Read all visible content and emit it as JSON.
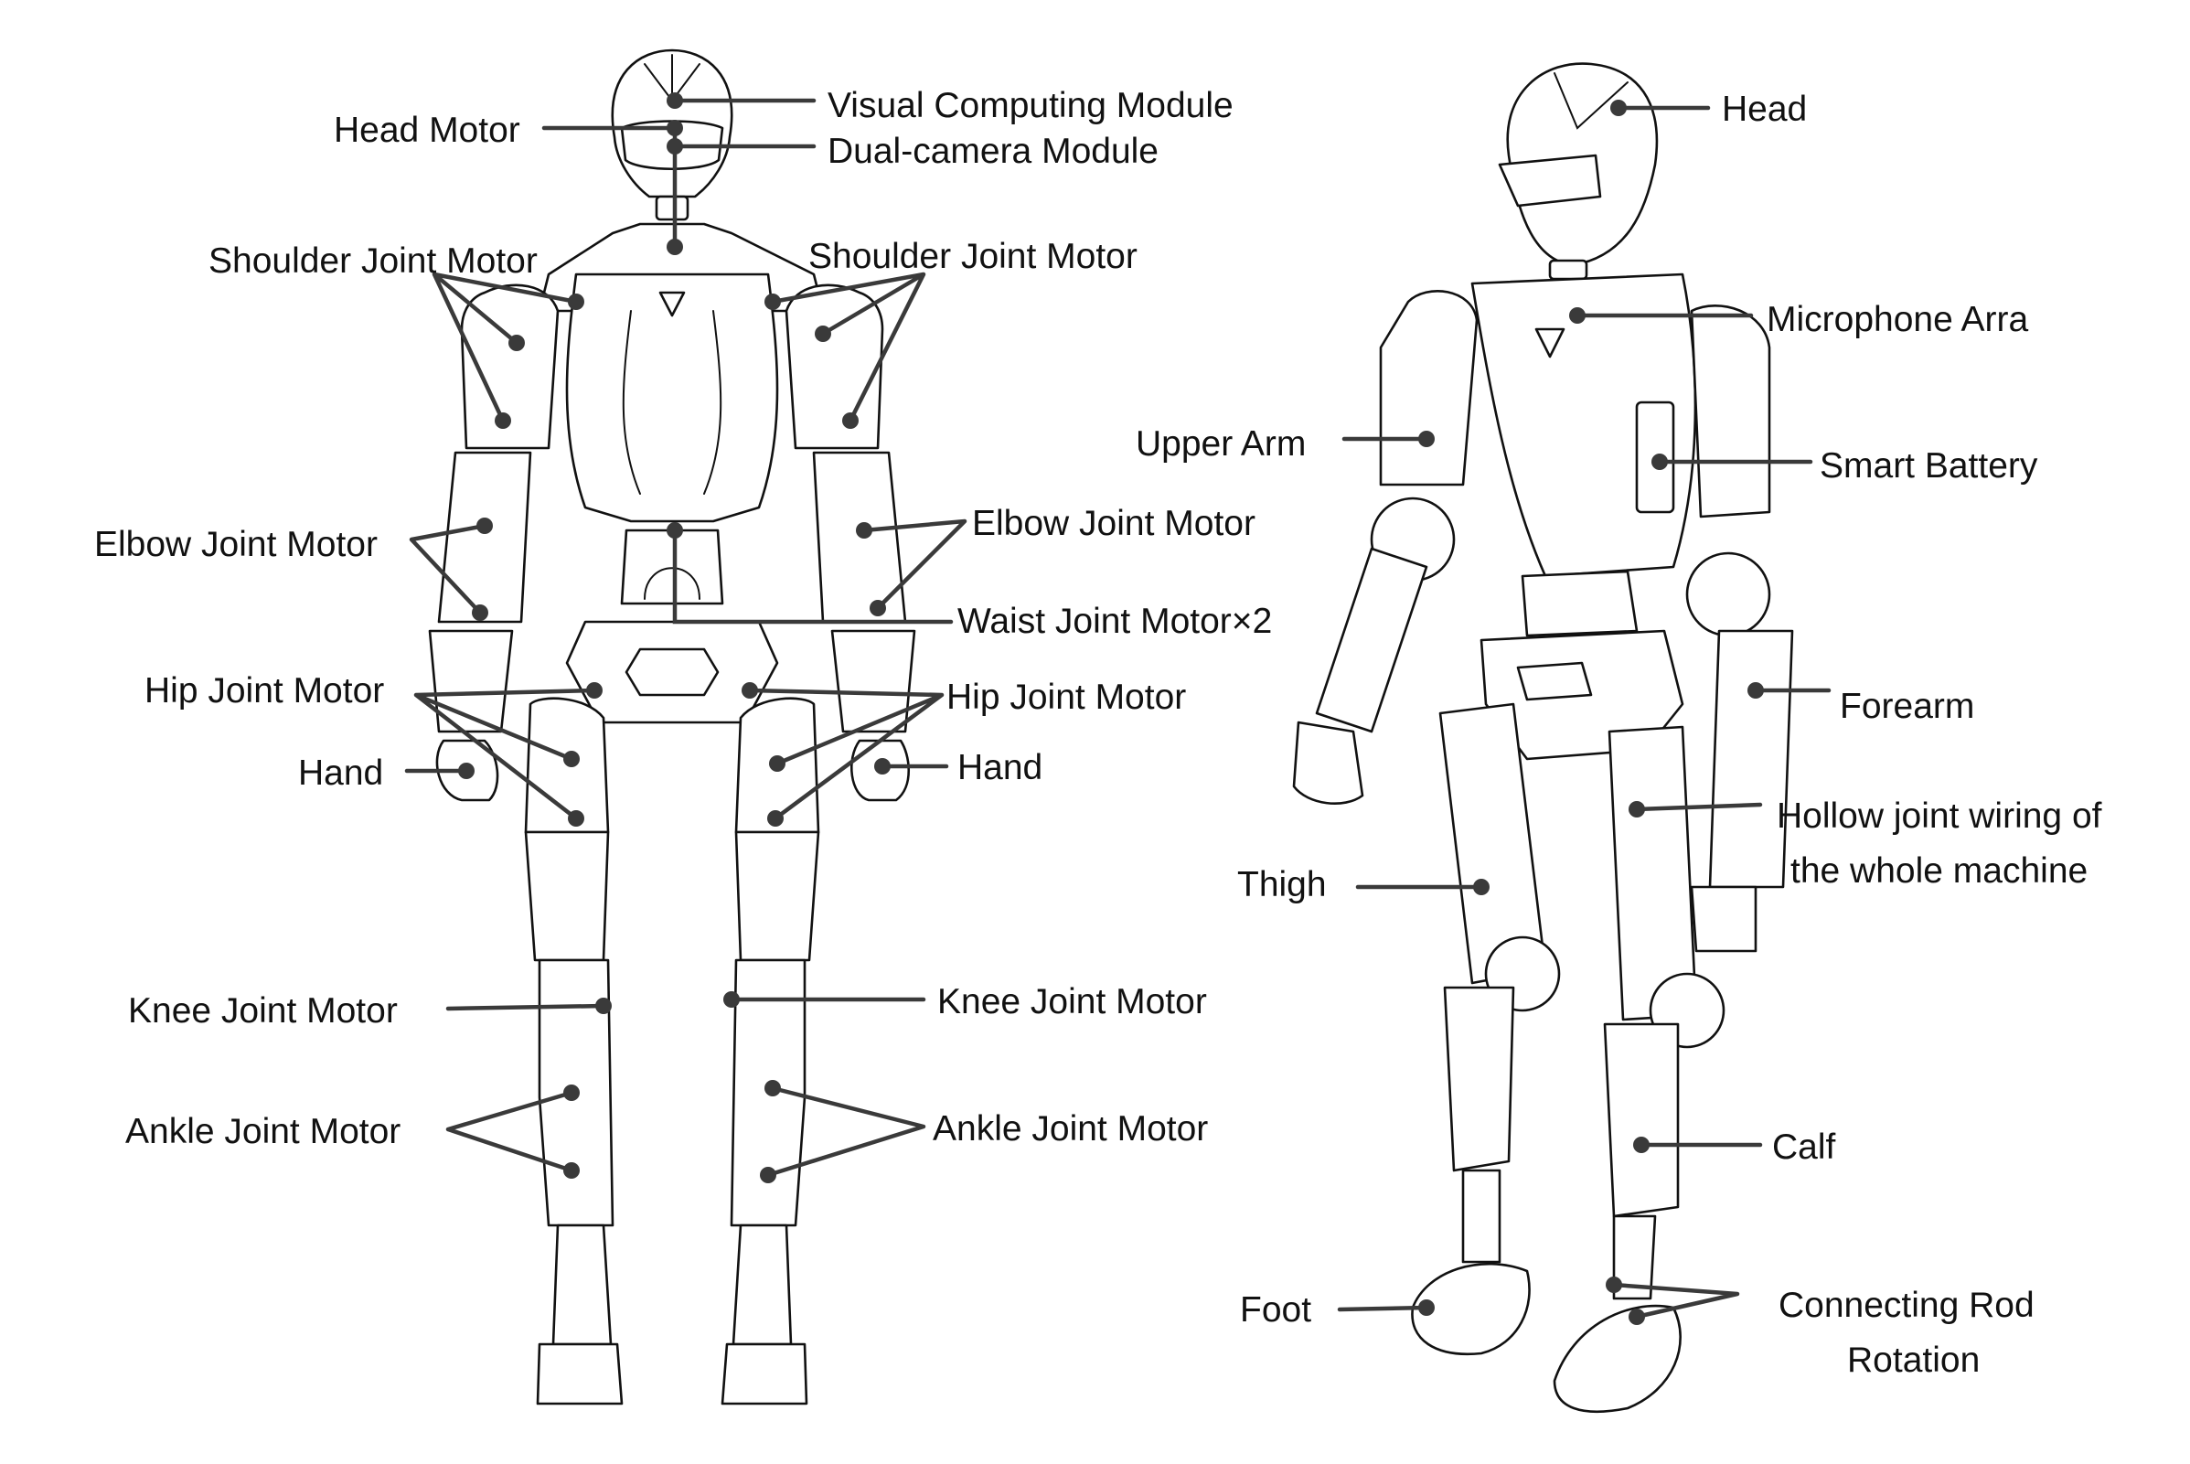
{
  "labels": {
    "visual_computing_module": "Visual Computing Module",
    "head_motor": "Head Motor",
    "dual_camera_module": "Dual-camera Module",
    "shoulder_joint_motor_left": "Shoulder Joint Motor",
    "shoulder_joint_motor_right": "Shoulder Joint Motor",
    "elbow_joint_motor_left": "Elbow Joint Motor",
    "elbow_joint_motor_right": "Elbow Joint Motor",
    "waist_joint_motor": "Waist Joint Motor×2",
    "hip_joint_motor_left": "Hip Joint Motor",
    "hip_joint_motor_right": "Hip Joint Motor",
    "hand_left": "Hand",
    "hand_right": "Hand",
    "knee_joint_motor_left": "Knee Joint Motor",
    "knee_joint_motor_right": "Knee Joint Motor",
    "ankle_joint_motor_left": "Ankle Joint Motor",
    "ankle_joint_motor_right": "Ankle Joint Motor",
    "head": "Head",
    "microphone_array": "Microphone Arra",
    "upper_arm": "Upper Arm",
    "smart_battery": "Smart Battery",
    "forearm": "Forearm",
    "hollow_joint_line1": "Hollow joint wiring of",
    "hollow_joint_line2": "the whole machine",
    "thigh": "Thigh",
    "calf": "Calf",
    "foot": "Foot",
    "connecting_rod_line1": "Connecting Rod",
    "connecting_rod_line2": "Rotation"
  }
}
